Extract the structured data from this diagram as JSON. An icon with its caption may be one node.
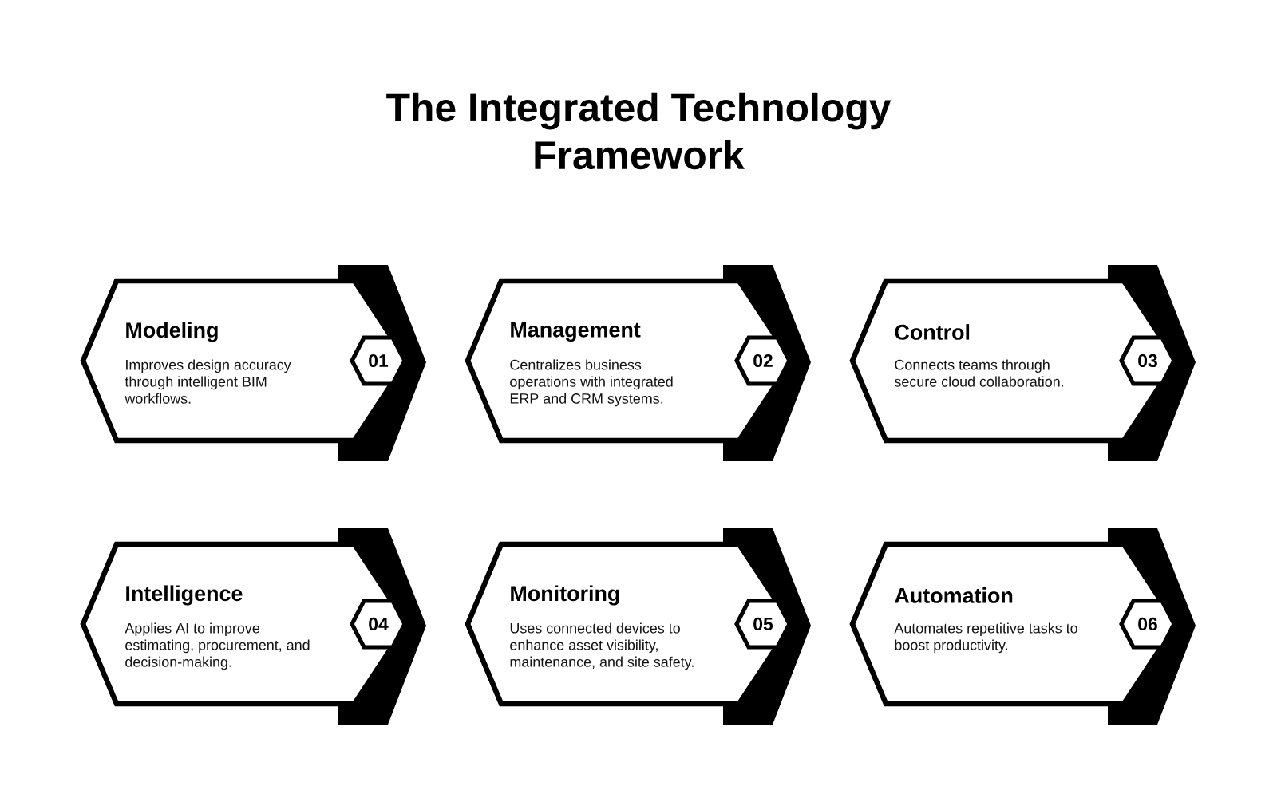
{
  "diagram": {
    "title": "The Integrated Technology Framework",
    "nodes": [
      {
        "text": [
          "Modeling",
          "Improves design accuracy through intelligent BIM workflows."
        ]
      },
      {
        "text": [
          "01"
        ],
        "in": 0
      },
      {
        "text": [
          "Management",
          "Centralizes business operations with integrated ERP and CRM systems."
        ]
      },
      {
        "text": [
          "02"
        ],
        "in": 2
      },
      {
        "text": [
          "Control",
          "Connects teams through secure cloud collaboration."
        ]
      },
      {
        "text": [
          "03"
        ],
        "in": 4
      },
      {
        "text": [
          "Intelligence",
          "Applies AI to improve estimating, procurement, and decision-making."
        ]
      },
      {
        "text": [
          "04"
        ],
        "in": 6
      },
      {
        "text": [
          "Monitoring",
          "Uses connected devices to enhance asset visibility, maintenance, and site safety."
        ]
      },
      {
        "text": [
          "05"
        ],
        "in": 8
      },
      {
        "text": [
          "Automation",
          "Automates repetitive tasks to boost productivity."
        ]
      },
      {
        "text": [
          "06"
        ],
        "in": 10
      }
    ]
  }
}
